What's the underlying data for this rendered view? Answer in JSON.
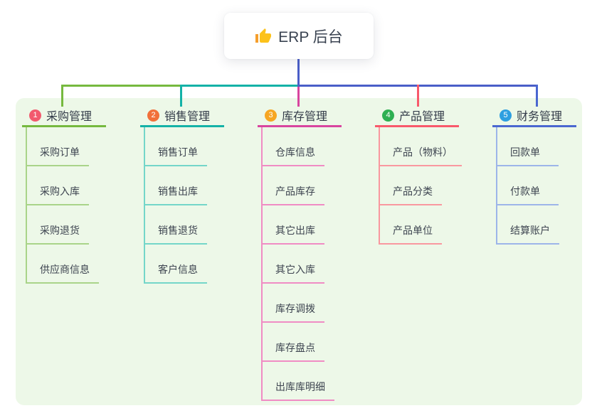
{
  "root": {
    "title": "ERP 后台",
    "icon": "thumbs-up"
  },
  "colors": {
    "panel_bg": "#edf8e8",
    "connector_stem": "#4a5ec8",
    "root_text": "#3a4351",
    "branch_text": "#333b49",
    "leaf_text": "#3d4450"
  },
  "branches": [
    {
      "number": "1",
      "label": "采购管理",
      "badge_color": "#f25a6e",
      "line_color": "#76b93f",
      "item_line_color": "#a9d489",
      "items": [
        "采购订单",
        "采购入库",
        "采购退货",
        "供应商信息"
      ]
    },
    {
      "number": "2",
      "label": "销售管理",
      "badge_color": "#f1703a",
      "line_color": "#14b2a7",
      "item_line_color": "#74d6c9",
      "items": [
        "销售订单",
        "销售出库",
        "销售退货",
        "客户信息"
      ]
    },
    {
      "number": "3",
      "label": "库存管理",
      "badge_color": "#f6a623",
      "line_color": "#d8459f",
      "item_line_color": "#f08cc4",
      "items": [
        "仓库信息",
        "产品库存",
        "其它出库",
        "其它入库",
        "库存调拨",
        "库存盘点",
        "出库库明细"
      ]
    },
    {
      "number": "4",
      "label": "产品管理",
      "badge_color": "#2eb052",
      "line_color": "#f8596b",
      "item_line_color": "#f9989f",
      "items": [
        "产品（物料）",
        "产品分类",
        "产品单位"
      ]
    },
    {
      "number": "5",
      "label": "财务管理",
      "badge_color": "#2d9fe0",
      "line_color": "#4a67d0",
      "item_line_color": "#9db5e9",
      "items": [
        "回款单",
        "付款单",
        "结算账户"
      ]
    }
  ]
}
